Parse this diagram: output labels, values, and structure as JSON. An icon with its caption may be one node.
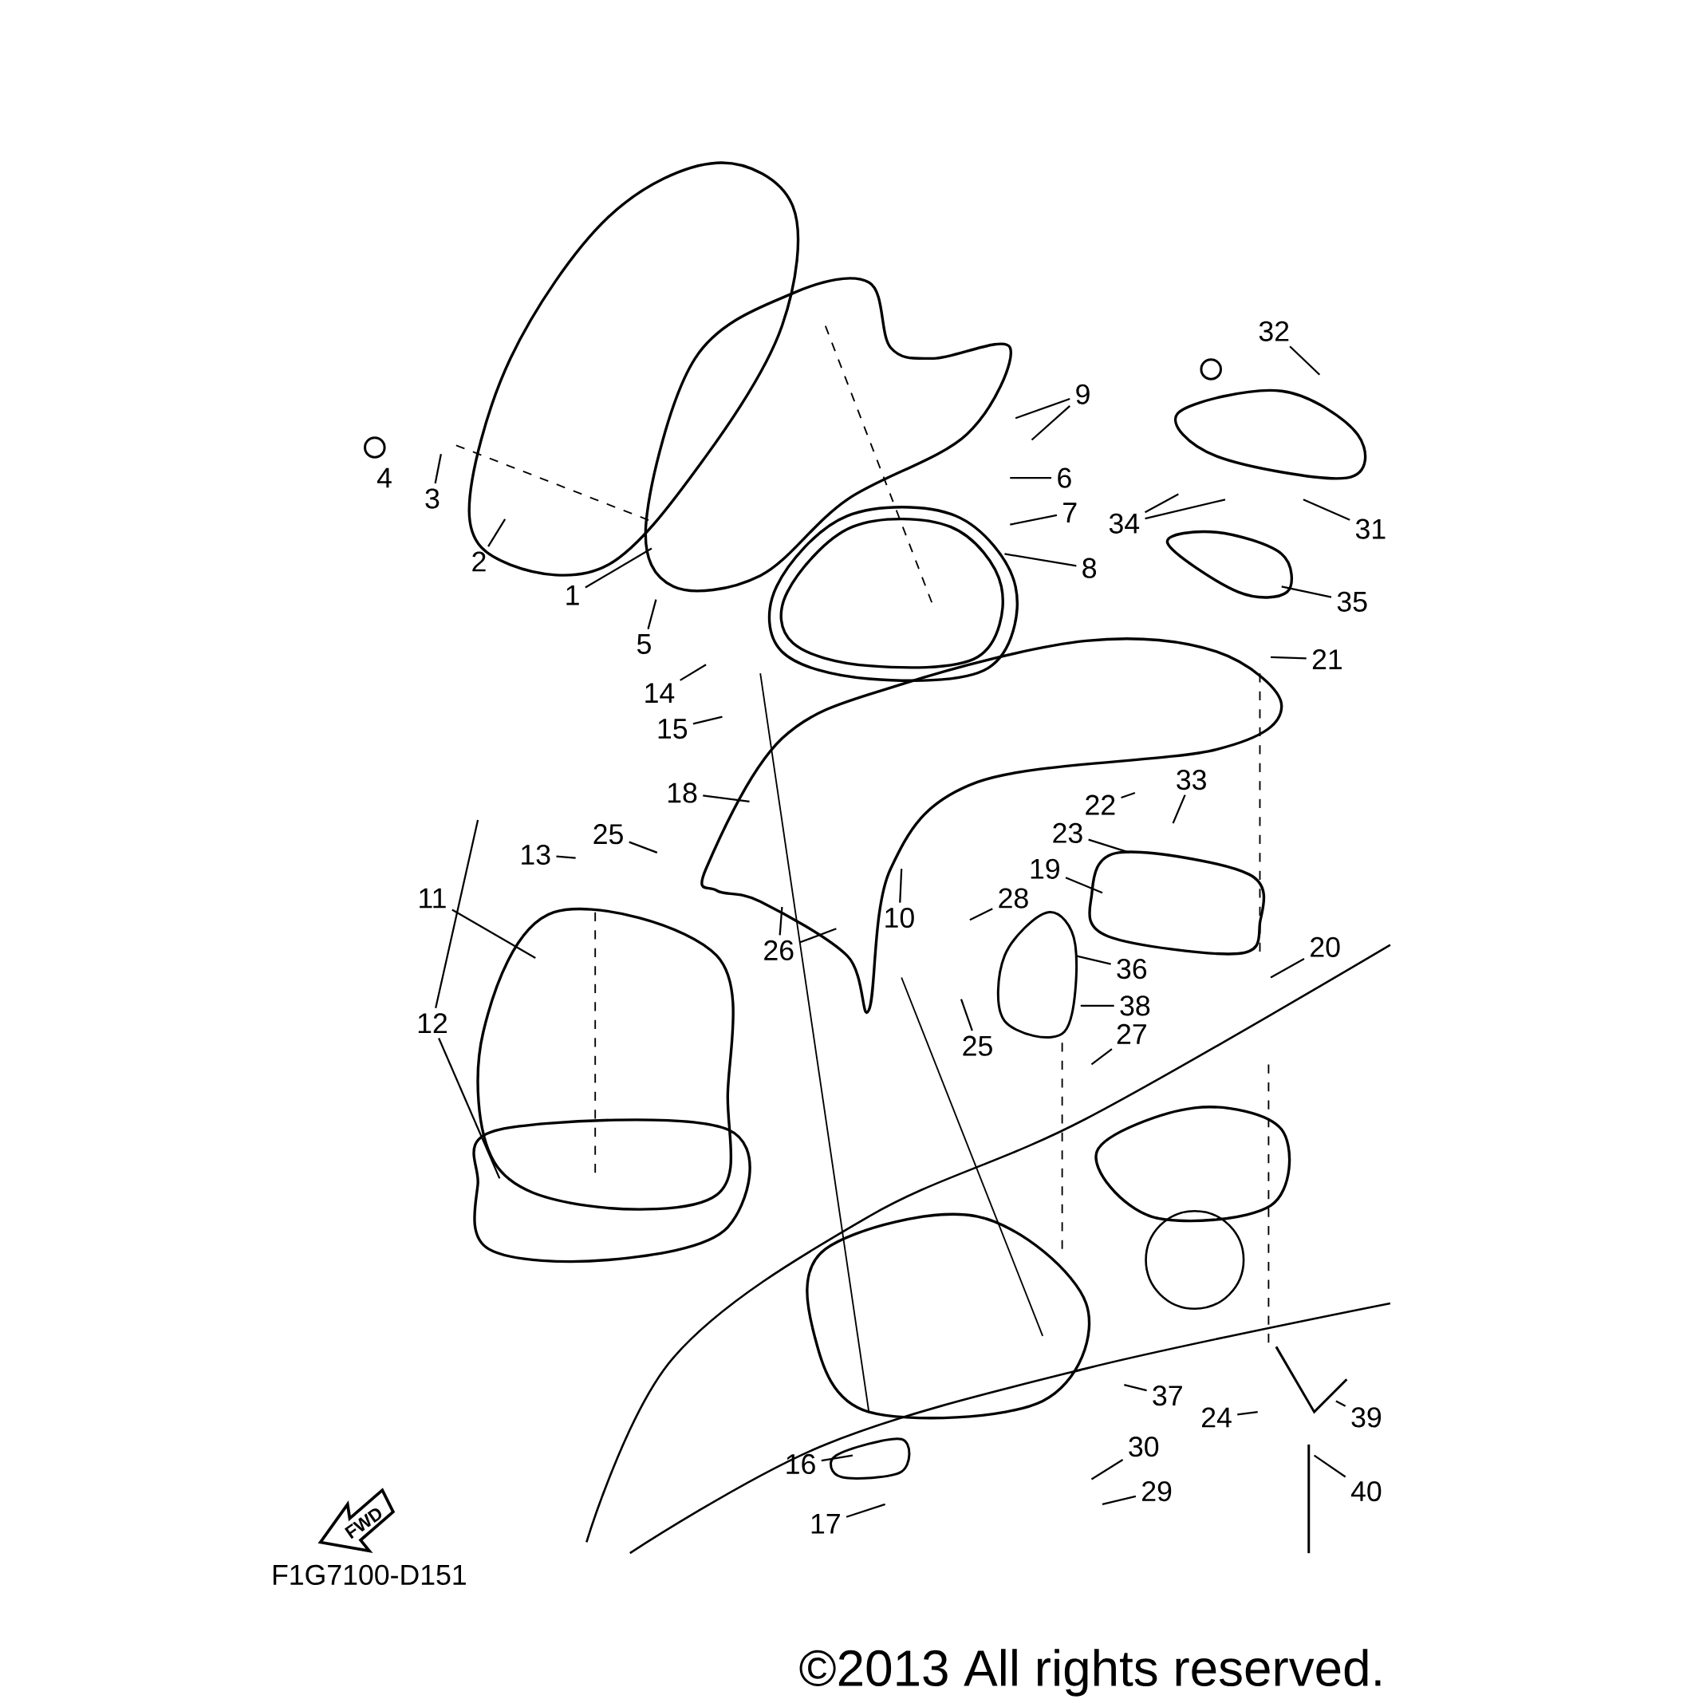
{
  "diagram": {
    "nodes": [
      {
        "text": [
          "1"
        ]
      },
      {
        "text": [
          "2"
        ]
      },
      {
        "text": [
          "3"
        ]
      },
      {
        "text": [
          "4"
        ]
      },
      {
        "text": [
          "5"
        ]
      },
      {
        "text": [
          "6"
        ]
      },
      {
        "text": [
          "7"
        ]
      },
      {
        "text": [
          "8"
        ]
      },
      {
        "text": [
          "9"
        ]
      },
      {
        "text": [
          "10"
        ]
      },
      {
        "text": [
          "11"
        ]
      },
      {
        "text": [
          "12"
        ]
      },
      {
        "text": [
          "13"
        ]
      },
      {
        "text": [
          "14"
        ]
      },
      {
        "text": [
          "15"
        ]
      },
      {
        "text": [
          "16"
        ]
      },
      {
        "text": [
          "17"
        ]
      },
      {
        "text": [
          "18"
        ]
      },
      {
        "text": [
          "19"
        ]
      },
      {
        "text": [
          "20"
        ]
      },
      {
        "text": [
          "21"
        ]
      },
      {
        "text": [
          "22"
        ]
      },
      {
        "text": [
          "23"
        ]
      },
      {
        "text": [
          "24"
        ]
      },
      {
        "text": [
          "25"
        ]
      },
      {
        "text": [
          "25"
        ]
      },
      {
        "text": [
          "26"
        ]
      },
      {
        "text": [
          "27"
        ]
      },
      {
        "text": [
          "28"
        ]
      },
      {
        "text": [
          "29"
        ]
      },
      {
        "text": [
          "30"
        ]
      },
      {
        "text": [
          "31"
        ]
      },
      {
        "text": [
          "32"
        ]
      },
      {
        "text": [
          "33"
        ]
      },
      {
        "text": [
          "34"
        ]
      },
      {
        "text": [
          "35"
        ]
      },
      {
        "text": [
          "36"
        ]
      },
      {
        "text": [
          "37"
        ]
      },
      {
        "text": [
          "38"
        ]
      },
      {
        "text": [
          "39"
        ]
      },
      {
        "text": [
          "40"
        ]
      }
    ],
    "edges": [
      {
        "from": 0,
        "to": null,
        "arrow": "none"
      },
      {
        "from": 1,
        "to": null,
        "arrow": "none"
      },
      {
        "from": 2,
        "to": null,
        "arrow": "none"
      },
      {
        "from": 4,
        "to": null,
        "arrow": "none"
      },
      {
        "from": 5,
        "to": null,
        "arrow": "none"
      },
      {
        "from": 6,
        "to": null,
        "arrow": "none"
      },
      {
        "from": 7,
        "to": null,
        "arrow": "none"
      },
      {
        "from": 8,
        "to": null,
        "arrow": "none"
      },
      {
        "from": 8,
        "to": null,
        "arrow": "none"
      },
      {
        "from": 9,
        "to": null,
        "arrow": "none"
      },
      {
        "from": 10,
        "to": null,
        "arrow": "none"
      },
      {
        "from": 11,
        "to": null,
        "arrow": "none"
      },
      {
        "from": 11,
        "to": null,
        "arrow": "none"
      },
      {
        "from": 12,
        "to": null,
        "arrow": "none"
      },
      {
        "from": 13,
        "to": null,
        "arrow": "none"
      },
      {
        "from": 14,
        "to": null,
        "arrow": "none"
      },
      {
        "from": 15,
        "to": null,
        "arrow": "none"
      },
      {
        "from": 16,
        "to": null,
        "arrow": "none"
      },
      {
        "from": 17,
        "to": null,
        "arrow": "none"
      },
      {
        "from": 18,
        "to": null,
        "arrow": "none"
      },
      {
        "from": 19,
        "to": null,
        "arrow": "none"
      },
      {
        "from": 20,
        "to": null,
        "arrow": "none"
      },
      {
        "from": 21,
        "to": null,
        "arrow": "none"
      },
      {
        "from": 22,
        "to": null,
        "arrow": "none"
      },
      {
        "from": 23,
        "to": null,
        "arrow": "none"
      },
      {
        "from": 24,
        "to": null,
        "arrow": "none"
      },
      {
        "from": 25,
        "to": null,
        "arrow": "none"
      },
      {
        "from": 26,
        "to": null,
        "arrow": "none"
      },
      {
        "from": 26,
        "to": null,
        "arrow": "none"
      },
      {
        "from": 27,
        "to": null,
        "arrow": "none"
      },
      {
        "from": 28,
        "to": null,
        "arrow": "none"
      },
      {
        "from": 29,
        "to": null,
        "arrow": "none"
      },
      {
        "from": 30,
        "to": null,
        "arrow": "none"
      },
      {
        "from": 31,
        "to": null,
        "arrow": "none"
      },
      {
        "from": 32,
        "to": null,
        "arrow": "none"
      },
      {
        "from": 33,
        "to": null,
        "arrow": "none"
      },
      {
        "from": 34,
        "to": null,
        "arrow": "none"
      },
      {
        "from": 34,
        "to": null,
        "arrow": "none"
      },
      {
        "from": 35,
        "to": null,
        "arrow": "none"
      },
      {
        "from": 36,
        "to": null,
        "arrow": "none"
      },
      {
        "from": 37,
        "to": null,
        "arrow": "none"
      },
      {
        "from": 38,
        "to": null,
        "arrow": "none"
      },
      {
        "from": 39,
        "to": null,
        "arrow": "none"
      },
      {
        "from": 40,
        "to": null,
        "arrow": "none"
      }
    ],
    "labels": [
      "FWD",
      "F1G7100-D151",
      "©2013 All rights reserved."
    ]
  }
}
